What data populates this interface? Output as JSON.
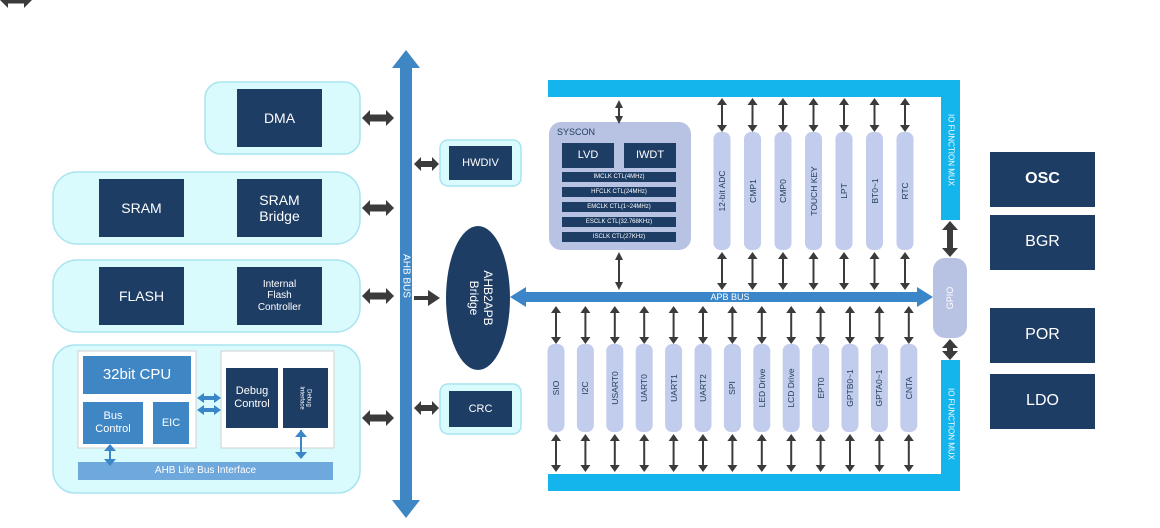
{
  "colors": {
    "dark_blue": "#1e3d64",
    "mid_blue": "#3e86c4",
    "light_blue": "#6fa8dc",
    "cyan_fill": "#d9fbfd",
    "cyan_border": "#a8e4ef",
    "cyan_bar": "#14b4ec",
    "pill": "#c2ccec",
    "syscon_panel": "#b8c3e3",
    "arrow_dark": "#3b3b3b",
    "arrow_blue": "#3a86c8",
    "white": "#ffffff"
  },
  "memory": {
    "dma": "DMA",
    "sram": "SRAM",
    "sram_bridge": "SRAM\nBridge",
    "flash": "FLASH",
    "flash_controller": "Internal\nFlash\nController"
  },
  "cpu": {
    "cpu": "32bit CPU",
    "bus_control": "Bus\nControl",
    "eic": "EIC",
    "debug_control": "Debug\nControl",
    "debug_interface": "Debug\nInterface",
    "ahb_lite": "AHB Lite Bus Interface"
  },
  "bus": {
    "ahb": "AHB BUS",
    "apb": "APB BUS",
    "bridge": "AHB2APB\nBridge",
    "io_mux_top": "IO FUNCTION MUX",
    "io_mux_bottom": "IO FUNCTION MUX"
  },
  "modules": {
    "hwdiv": "HWDIV",
    "crc": "CRC",
    "gpio": "GPIO"
  },
  "syscon": {
    "title": "SYSCON",
    "lvd": "LVD",
    "iwdt": "IWDT",
    "clocks": [
      "IMCLK CTL(4MHz)",
      "HFCLK CTL(24MHz)",
      "EMCLK CTL(1~24MHz)",
      "ESCLK CTL(32.768KHz)",
      "ISCLK CTL(27KHz)"
    ]
  },
  "peripherals_top": [
    "12-bit ADC",
    "CMP1",
    "CMP0",
    "TOUCH KEY",
    "LPT",
    "BT0~1",
    "RTC"
  ],
  "peripherals_bottom": [
    "SIO",
    "I2C",
    "USART0",
    "UART0",
    "UART1",
    "UART2",
    "SPI",
    "LED Drive",
    "LCD Drive",
    "EPT0",
    "GPTB0~1",
    "GPTA0~1",
    "CNTA"
  ],
  "analog": {
    "osc": "OSC",
    "bgr": "BGR",
    "por": "POR",
    "ldo": "LDO"
  }
}
